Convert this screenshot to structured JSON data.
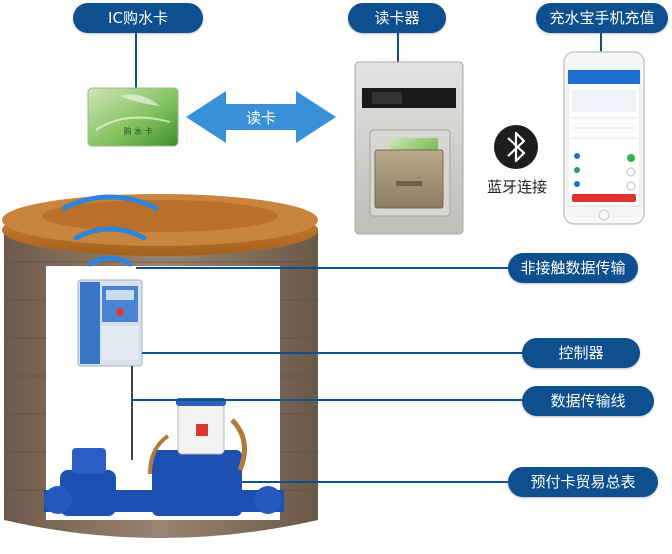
{
  "labels": {
    "ic_card": "IC购水卡",
    "card_reader": "读卡器",
    "mobile_recharge": "充水宝手机充值",
    "read_card": "读卡",
    "bluetooth": "蓝牙连接",
    "contactless": "非接触数据传输",
    "controller": "控制器",
    "data_cable": "数据传输线",
    "meter": "预付卡贸易总表"
  },
  "card_text": "购 水 卡",
  "colors": {
    "label_bg": "#0d4f8f",
    "arrow_blue": "#3a8fd9",
    "meter_blue": "#1d4fb0"
  }
}
